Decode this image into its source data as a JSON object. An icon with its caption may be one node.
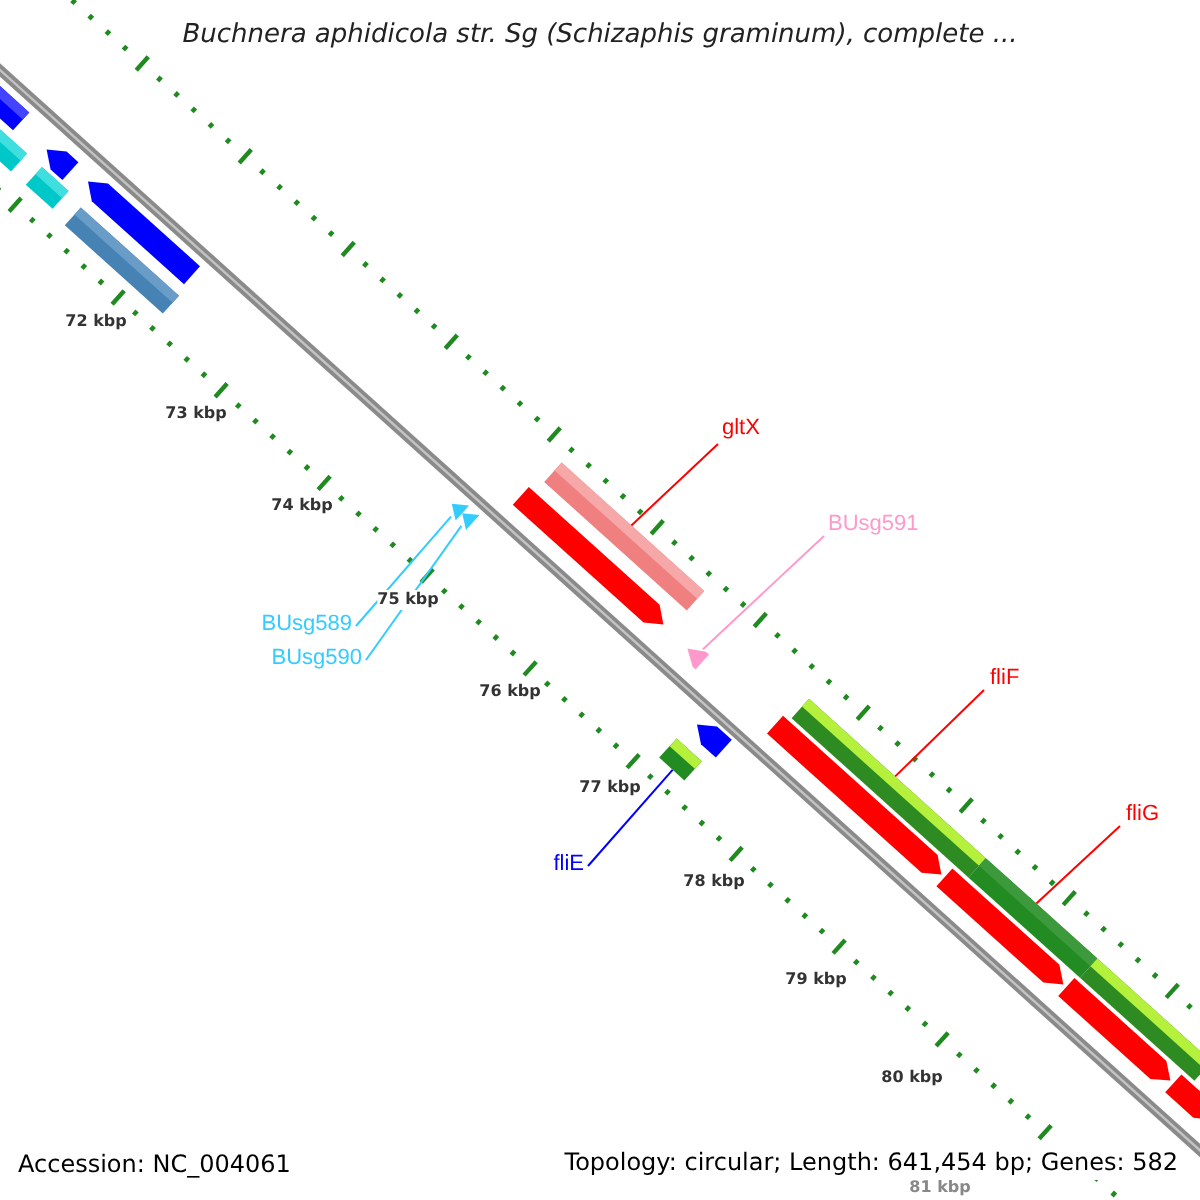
{
  "diagram": {
    "title": "Buchnera aphidicola str. Sg (Schizaphis graminum), complete ...",
    "nodes": [
      {
        "text": [
          "gltX"
        ]
      },
      {
        "text": [
          "BUsg591"
        ]
      },
      {
        "text": [
          "fliF"
        ]
      },
      {
        "text": [
          "fliG"
        ]
      },
      {
        "text": [
          "BUsg589"
        ]
      },
      {
        "text": [
          "BUsg590"
        ]
      },
      {
        "text": [
          "fliE"
        ]
      },
      {
        "text": [],
        "shape": "bar"
      },
      {
        "text": [],
        "shape": "bar"
      },
      {
        "text": [],
        "shape": "bar"
      },
      {
        "text": [],
        "shape": "arrow"
      },
      {
        "text": [],
        "shape": "bar"
      },
      {
        "text": [],
        "shape": "arrow"
      },
      {
        "text": [],
        "shape": "arrow"
      },
      {
        "text": [],
        "shape": "arrow"
      },
      {
        "text": [],
        "shape": "arrow"
      },
      {
        "text": [],
        "shape": "bar"
      },
      {
        "text": [],
        "shape": "bar"
      },
      {
        "text": [],
        "shape": "arrow"
      },
      {
        "text": [],
        "shape": "arrow"
      },
      {
        "text": [],
        "shape": "arrow"
      },
      {
        "text": [],
        "shape": "bar"
      },
      {
        "text": [],
        "shape": "arrow"
      },
      {
        "text": [],
        "shape": "bar"
      },
      {
        "text": [],
        "shape": "arrow"
      },
      {
        "text": [],
        "shape": "bar"
      },
      {
        "text": [],
        "shape": "arrow"
      }
    ],
    "edges": [
      {
        "from": 0,
        "to": 16,
        "arrow": "none"
      },
      {
        "from": 1,
        "to": 18,
        "arrow": "none",
        "color": "#ff99cc"
      },
      {
        "from": 2,
        "to": 21,
        "arrow": "none"
      },
      {
        "from": 3,
        "to": 23,
        "arrow": "none"
      },
      {
        "from": 4,
        "to": 13,
        "arrow": "none",
        "color": "#33ccff"
      },
      {
        "from": 5,
        "to": 14,
        "arrow": "none",
        "color": "#33ccff"
      },
      {
        "from": 6,
        "to": 17,
        "arrow": "none",
        "color": "#0000ff"
      }
    ],
    "labels": [
      "72 kbp",
      "73 kbp",
      "74 kbp",
      "75 kbp",
      "76 kbp",
      "77 kbp",
      "78 kbp",
      "79 kbp",
      "80 kbp",
      "81 kbp",
      "Accession: NC_004061",
      "Topology: circular; Length: 641,454 bp; Genes: 582"
    ]
  }
}
